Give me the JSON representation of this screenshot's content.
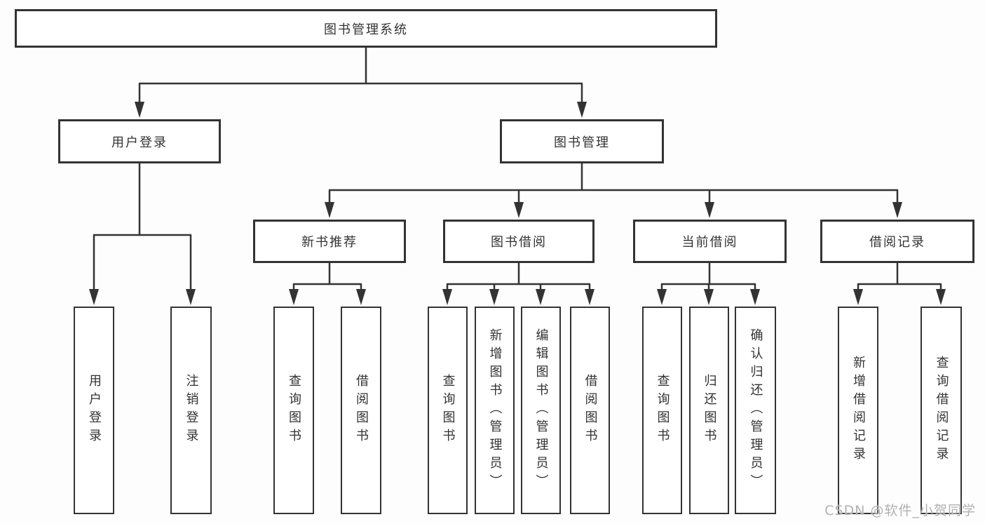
{
  "root": {
    "label": "图书管理系统"
  },
  "branches": [
    {
      "id": "user-login-branch",
      "label": "用户登录"
    },
    {
      "id": "book-management-branch",
      "label": "图书管理"
    }
  ],
  "modules": [
    {
      "id": "new-book-recommend",
      "label": "新书推荐",
      "parent": "图书管理"
    },
    {
      "id": "book-borrowing",
      "label": "图书借阅",
      "parent": "图书管理"
    },
    {
      "id": "current-borrowing",
      "label": "当前借阅",
      "parent": "图书管理"
    },
    {
      "id": "borrowing-records",
      "label": "借阅记录",
      "parent": "图书管理"
    }
  ],
  "leaves": [
    {
      "id": "user-login",
      "label": "用户登录",
      "parent": "用户登录"
    },
    {
      "id": "logout",
      "label": "注销登录",
      "parent": "用户登录"
    },
    {
      "id": "query-books-recommend",
      "label": "查询图书",
      "parent": "新书推荐"
    },
    {
      "id": "borrow-books-recommend",
      "label": "借阅图书",
      "parent": "新书推荐"
    },
    {
      "id": "query-books-borrowing",
      "label": "查询图书",
      "parent": "图书借阅"
    },
    {
      "id": "add-books-admin",
      "label": "新增图书（管理员）",
      "parent": "图书借阅"
    },
    {
      "id": "edit-books-admin",
      "label": "编辑图书（管理员）",
      "parent": "图书借阅"
    },
    {
      "id": "borrow-books-borrowing",
      "label": "借阅图书",
      "parent": "图书借阅"
    },
    {
      "id": "query-books-current",
      "label": "查询图书",
      "parent": "当前借阅"
    },
    {
      "id": "return-books",
      "label": "归还图书",
      "parent": "当前借阅"
    },
    {
      "id": "confirm-return-admin",
      "label": "确认归还（管理员）",
      "parent": "当前借阅"
    },
    {
      "id": "add-borrow-record",
      "label": "新增借阅记录",
      "parent": "借阅记录"
    },
    {
      "id": "query-borrow-record",
      "label": "查询借阅记录",
      "parent": "借阅记录"
    }
  ],
  "watermark": {
    "text": "CSDN @软件_小贺同学"
  },
  "colors": {
    "line": "#333333",
    "text": "#333333",
    "box_background": "#ffffff",
    "canvas_background": "#fdfdfd",
    "watermark": "#b0b0b0"
  }
}
